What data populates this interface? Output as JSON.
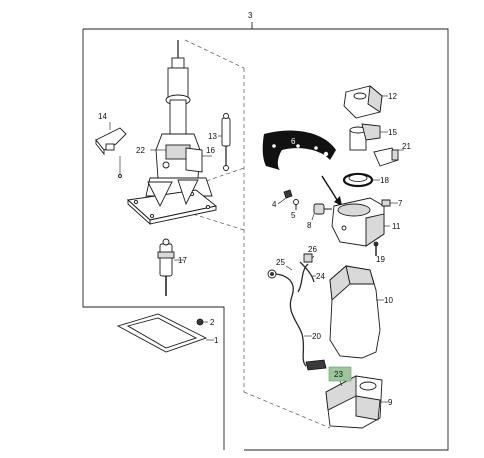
{
  "callouts": {
    "c1": "1",
    "c2": "2",
    "c3": "3",
    "c4": "4",
    "c5": "5",
    "c6": "6",
    "c7": "7",
    "c8": "8",
    "c9": "9",
    "c10": "10",
    "c11": "11",
    "c12": "12",
    "c13": "13",
    "c14": "14",
    "c15": "15",
    "c16": "16",
    "c17": "17",
    "c18": "18",
    "c19": "19",
    "c20": "20",
    "c21": "21",
    "c22": "22",
    "c23": "23",
    "c24": "24",
    "c25": "25",
    "c26": "26"
  },
  "colors": {
    "highlight_callout": "#9bc79b",
    "line": "#1b1b1b"
  }
}
